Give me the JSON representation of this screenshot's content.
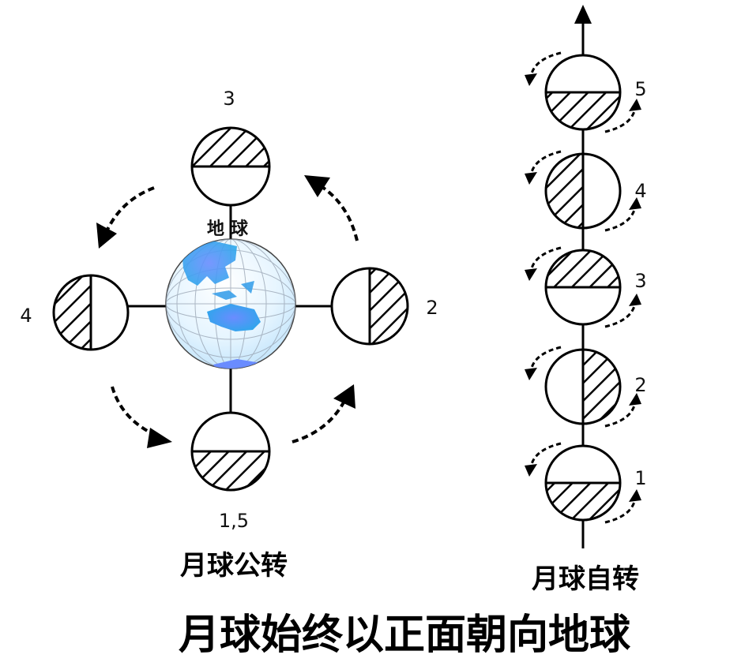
{
  "left_panel": {
    "earth_label": "地球",
    "caption": "月球公转",
    "position_labels": {
      "top": "3",
      "right": "2",
      "left": "4",
      "bottom": "1,5"
    }
  },
  "right_panel": {
    "caption": "月球自转",
    "position_labels": [
      "5",
      "4",
      "3",
      "2",
      "1"
    ]
  },
  "main_caption": "月球始终以正面朝向地球",
  "colors": {
    "ink": "#000000",
    "ocean_light": "#dff3ff",
    "ocean_deep": "#3aa0ea",
    "land": "#2f8fe0"
  }
}
